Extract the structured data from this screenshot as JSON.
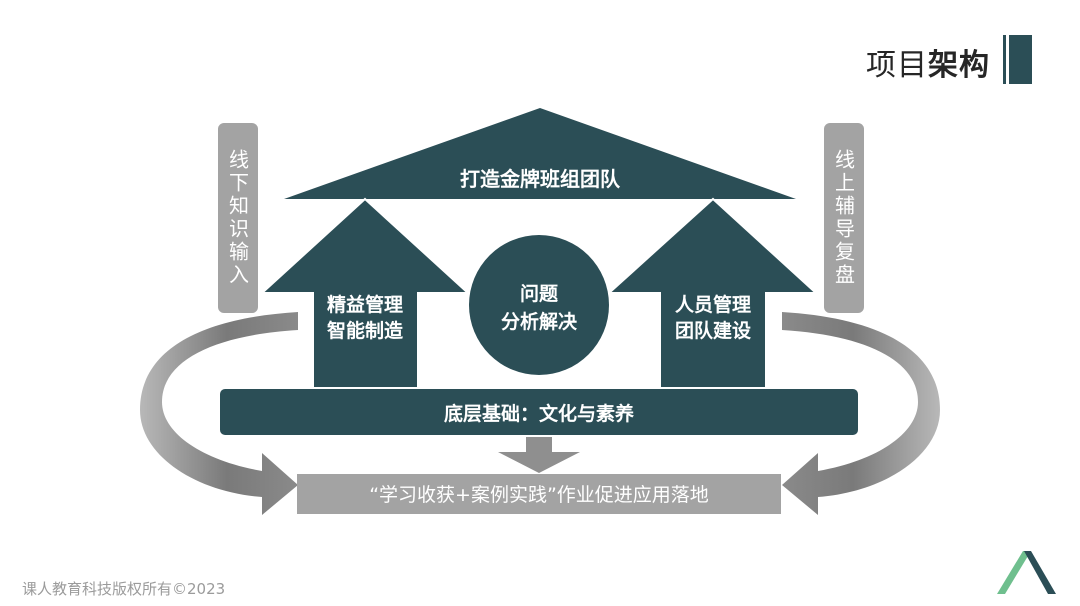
{
  "title": {
    "prefix": "项目",
    "bold": "架构"
  },
  "side_labels": {
    "left": "线下知识输入",
    "right": "线上辅导复盘"
  },
  "roof": "打造金牌班组团队",
  "left_pillar": {
    "line1": "精益管理",
    "line2": "智能制造"
  },
  "right_pillar": {
    "line1": "人员管理",
    "line2": "团队建设"
  },
  "center_circle": {
    "line1": "问题",
    "line2": "分析解决"
  },
  "foundation": "底层基础：文化与素养",
  "bottom_banner": "“学习收获+案例实践”作业促进应用落地",
  "footer": "课人教育科技版权所有©2023",
  "colors": {
    "primary": "#2b4e56",
    "gray": "#a3a3a3",
    "logo_green": "#6fbf8e",
    "logo_dark": "#2b4e56"
  }
}
